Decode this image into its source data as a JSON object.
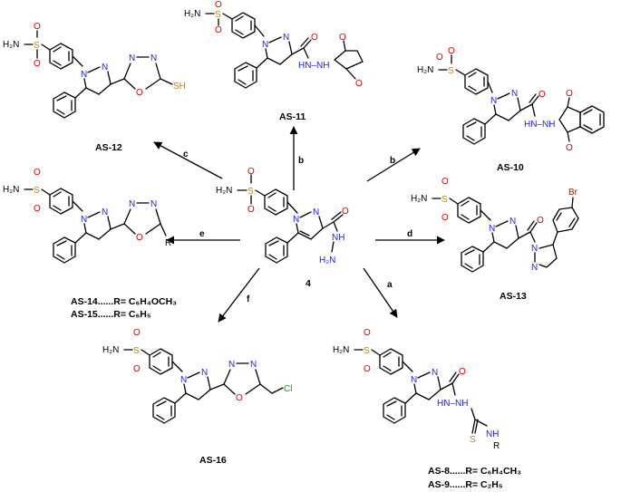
{
  "atoms": {
    "sulfonamide_amine": "H₂N",
    "S": "S",
    "O": "O",
    "N": "N",
    "NH": "NH",
    "HN": "HN",
    "HN_NH": "HN–NH",
    "H2N": "H₂N",
    "SH": "SH",
    "Cl": "Cl",
    "Br": "Br",
    "R": "R",
    "NH_thio": "NH"
  },
  "atom_colors": {
    "S": "#b8860b",
    "O": "#e00000",
    "N": "#1a1aff",
    "Cl": "#00b000",
    "Br": "#8b2500"
  },
  "compounds": {
    "start": "4",
    "c12": "AS-12",
    "c11": "AS-11",
    "c10": "AS-10",
    "c13": "AS-13",
    "c16": "AS-16",
    "c8c9": "AS-8",
    "c9": "AS-9",
    "c14": "AS-14",
    "c15": "AS-15"
  },
  "substituents": {
    "as14": "AS-14......R= C₆H₄OCH₃",
    "as15": "AS-15......R= C₆H₅",
    "as8": "AS-8......R= C₆H₄CH₃",
    "as9": "AS-9......R= C₂H₅"
  },
  "steps": {
    "a": "a",
    "b_up": "b",
    "b_right": "b",
    "c": "c",
    "d": "d",
    "e": "e",
    "f": "f"
  }
}
